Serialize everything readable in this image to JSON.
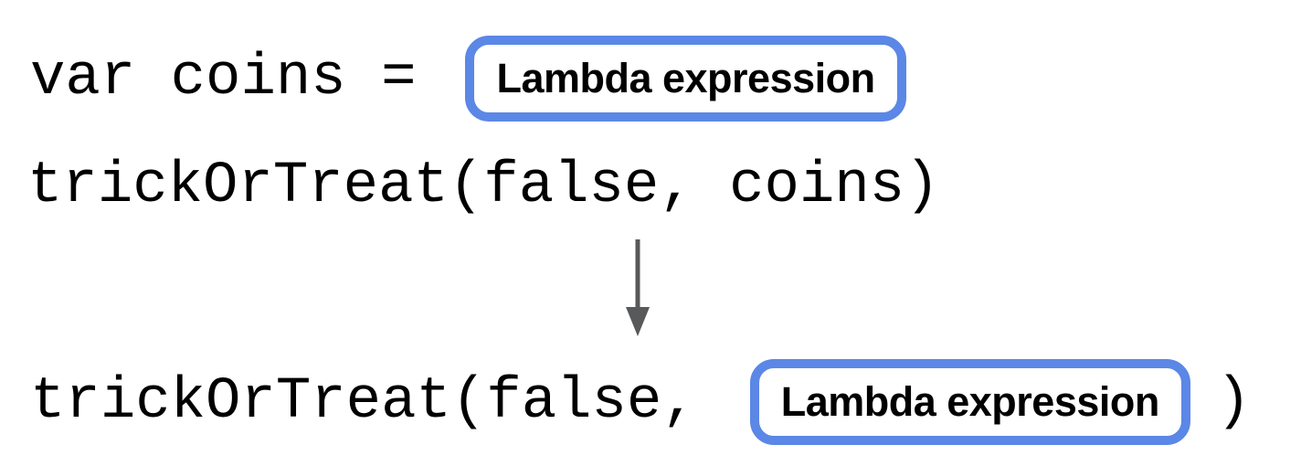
{
  "colors": {
    "background": "#ffffff",
    "box_border": "#5b87e6",
    "box_fill": "#ffffff",
    "box_text": "#000000",
    "code_text": "#000000",
    "arrow": "#58595b"
  },
  "lines": {
    "assignment": {
      "code": "var coins =",
      "box_label": "Lambda expression"
    },
    "call_before": {
      "code": "trickOrTreat(false, coins)"
    },
    "call_after": {
      "code_before": "trickOrTreat(false,",
      "box_label": "Lambda expression",
      "code_after": ")"
    }
  },
  "arrow": {
    "name": "transformation-arrow",
    "direction": "down"
  }
}
